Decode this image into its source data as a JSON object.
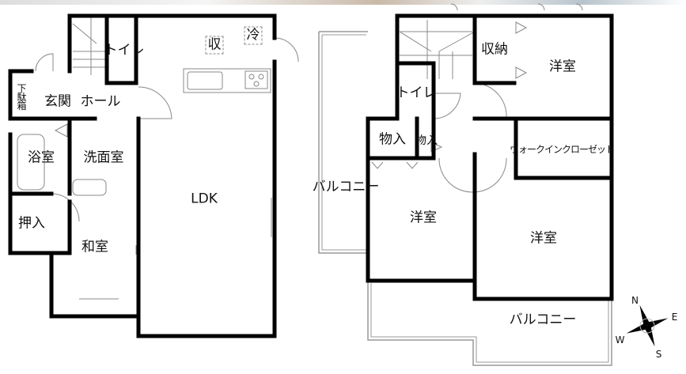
{
  "floor1": {
    "toilet": "トイレ",
    "storage": "収",
    "fridge": "冷",
    "entrance": "玄関",
    "hall": "ホール",
    "shoe_cabinet": "下駄箱",
    "bathroom": "浴室",
    "washroom": "洗面室",
    "ldk": "LDK",
    "closet": "押入",
    "japanese_room": "和室"
  },
  "floor2": {
    "storage": "収納",
    "western_room_1": "洋室",
    "toilet": "トイレ",
    "storeroom_1": "物入",
    "storeroom_2": "物入",
    "walk_in_closet": "ウォークインクローゼット",
    "balcony_left": "バルコニー",
    "western_room_2": "洋室",
    "western_room_3": "洋室",
    "balcony_bottom": "バルコニー"
  },
  "compass": {
    "n": "N",
    "e": "E",
    "s": "S",
    "w": "W"
  }
}
